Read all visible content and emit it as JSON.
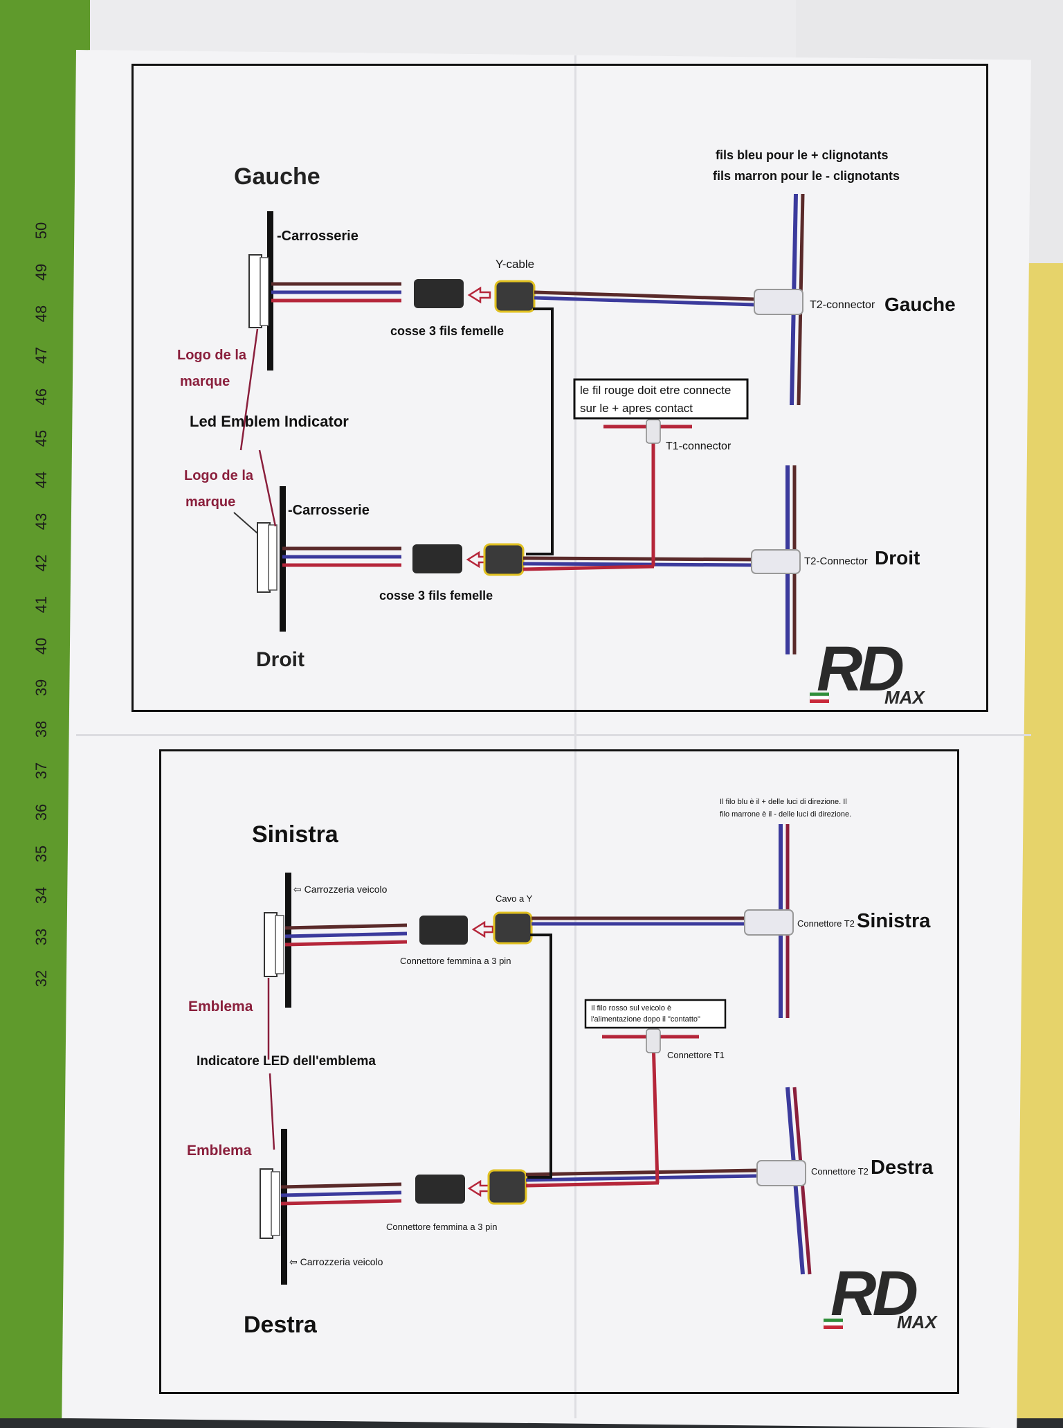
{
  "top_panel": {
    "heading_left_top": "Gauche",
    "heading_left_bottom": "Droit",
    "carrosserie_top": "Carrosserie",
    "carrosserie_bottom": "Carrosserie",
    "logo_top_line1": "Logo de la",
    "logo_top_line2": "marque",
    "logo_bottom_line1": "Logo de la",
    "logo_bottom_line2": "marque",
    "led_indicator": "Led Emblem Indicator",
    "cosse_top": "cosse 3 fils femelle",
    "cosse_bottom": "cosse 3 fils femelle",
    "y_cable": "Y-cable",
    "fils_line1": "fils bleu pour le + clignotants",
    "fils_line2": "fils marron pour le - clignotants",
    "t2_top": "T2-connector",
    "t2_bottom": "T2-Connector",
    "side_top": "Gauche",
    "side_bottom": "Droit",
    "note_line1": "le fil rouge doit etre connecte",
    "note_line2": "sur le + apres contact",
    "t1": "T1-connector"
  },
  "bottom_panel": {
    "heading_left_top": "Sinistra",
    "heading_left_bottom": "Destra",
    "carrozzeria_top": "Carrozzeria veicolo",
    "carrozzeria_bottom": "Carrozzeria veicolo",
    "emblema_top": "Emblema",
    "emblema_bottom": "Emblema",
    "led_indicator": "Indicatore LED dell'emblema",
    "connettore_top": "Connettore femmina a 3 pin",
    "connettore_bottom": "Connettore femmina a 3 pin",
    "cavo_y": "Cavo a Y",
    "filo_line1": "Il filo blu è il + delle luci di direzione. Il",
    "filo_line2": "filo marrone è il - delle luci di direzione.",
    "t2_top": "Connettore T2",
    "t2_bottom": "Connettore T2",
    "side_top": "Sinistra",
    "side_bottom": "Destra",
    "note_line1": "Il filo rosso sul veicolo è",
    "note_line2": "l'alimentazione dopo il \"contatto\"",
    "t1": "Connettore T1"
  },
  "logo": {
    "main": "RD",
    "sub": "MAX"
  },
  "ruler": [
    "50",
    "49",
    "48",
    "47",
    "46",
    "45",
    "44",
    "43",
    "42",
    "41",
    "40",
    "39",
    "38",
    "37",
    "36",
    "35",
    "34",
    "33",
    "32"
  ],
  "colors": {
    "wire_red": "#b5263a",
    "wire_blue": "#3b3a9c",
    "wire_brown": "#5a2a2a",
    "accent_maroon": "#8a1f3c"
  }
}
